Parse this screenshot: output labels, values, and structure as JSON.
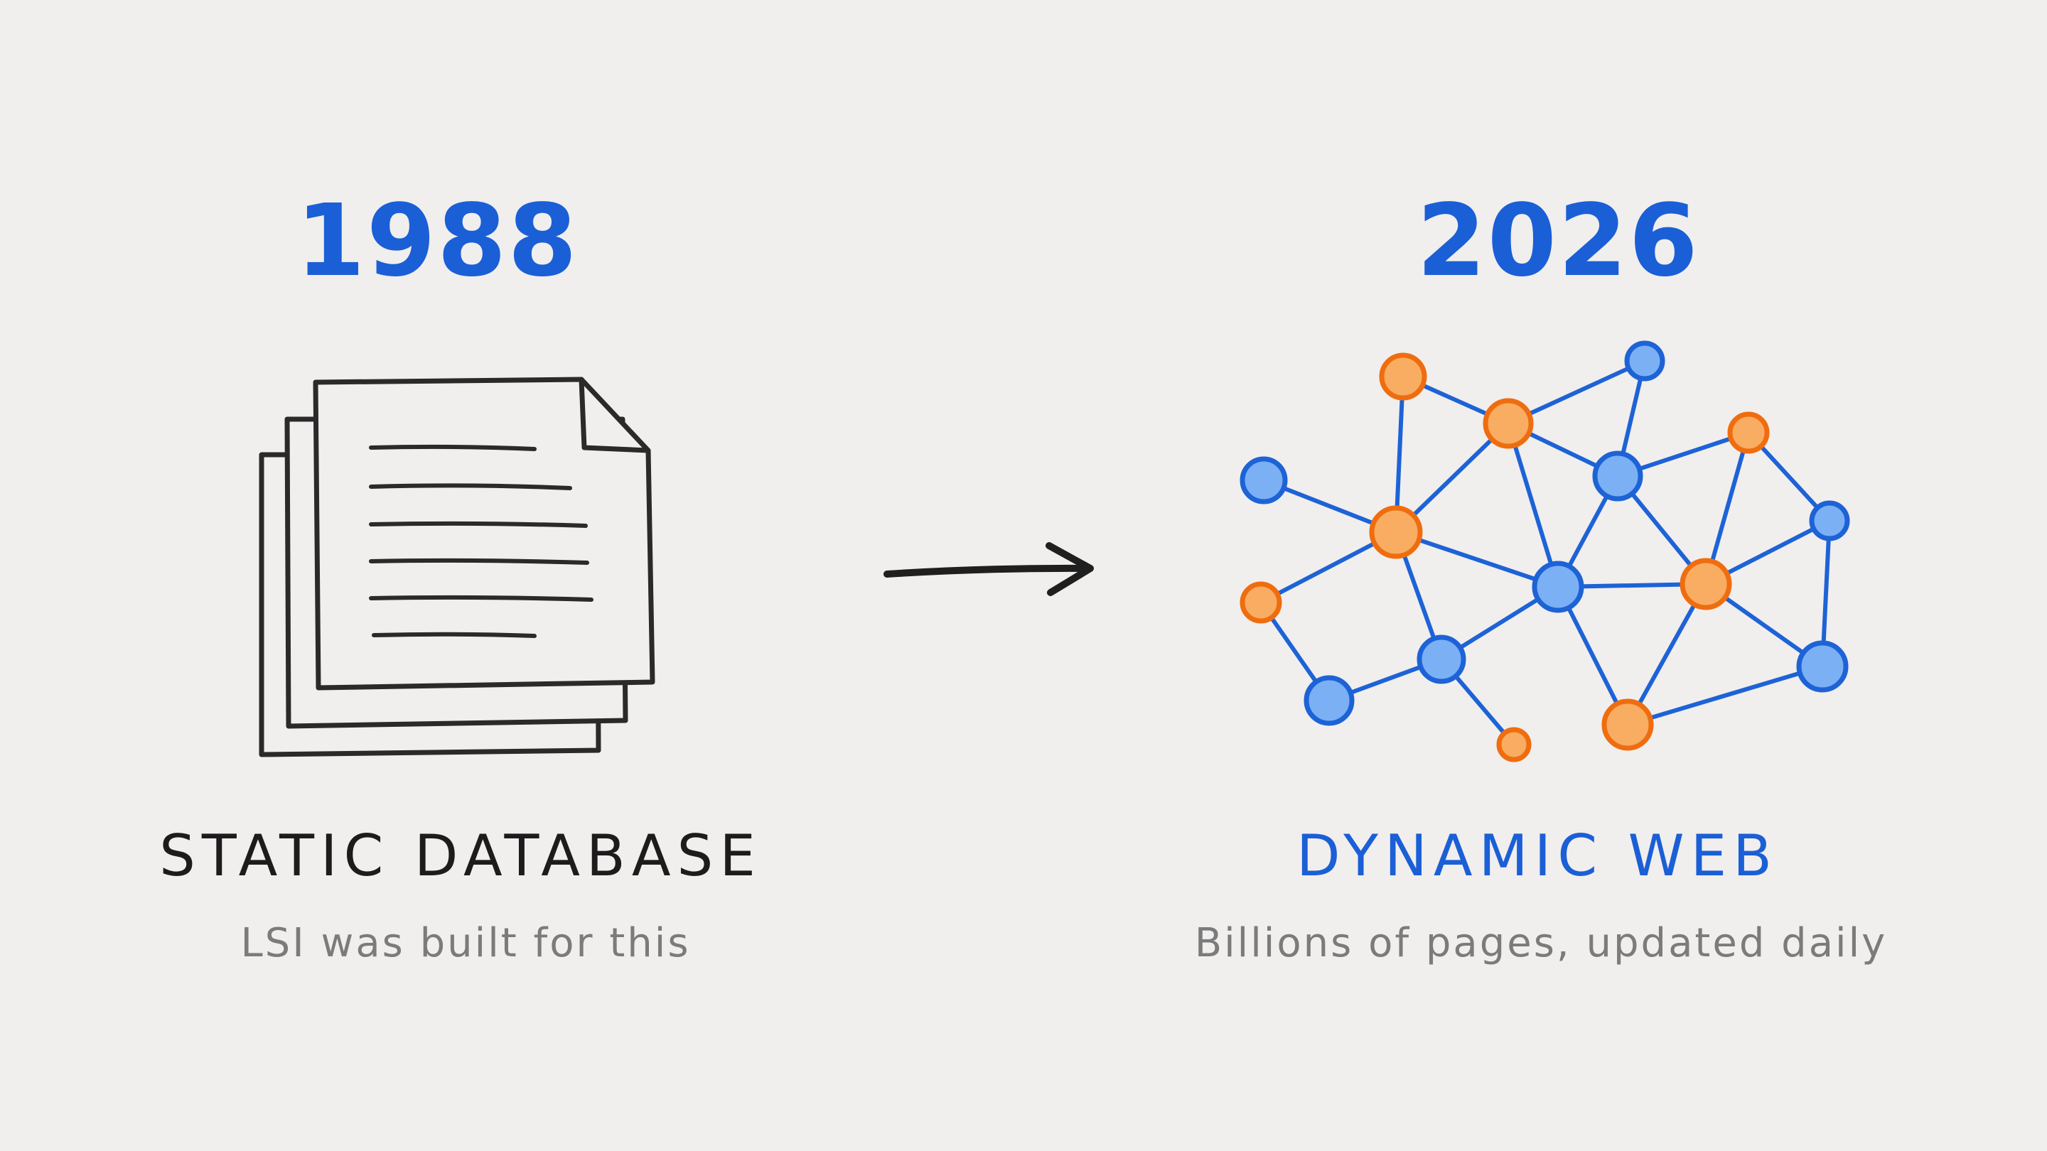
{
  "colors": {
    "background": "#f1eeee",
    "accent_blue": "#1a5fd6",
    "ink_dark": "#1c1c1c",
    "ink_gray": "#7b7b7b",
    "node_blue_fill": "#7bb0f5",
    "node_orange_fill": "#f8ad62",
    "node_orange_stroke": "#ef6d0f",
    "edge_blue": "#1d63d6"
  },
  "left": {
    "year": "1988",
    "heading": "STATIC DATABASE",
    "subtitle": "LSI was built for this",
    "icon": "document-stack-icon"
  },
  "arrow": {
    "icon": "arrow-right-icon"
  },
  "right": {
    "year": "2026",
    "heading": "DYNAMIC WEB",
    "subtitle": "Billions of pages, updated daily",
    "icon": "network-graph-icon"
  }
}
